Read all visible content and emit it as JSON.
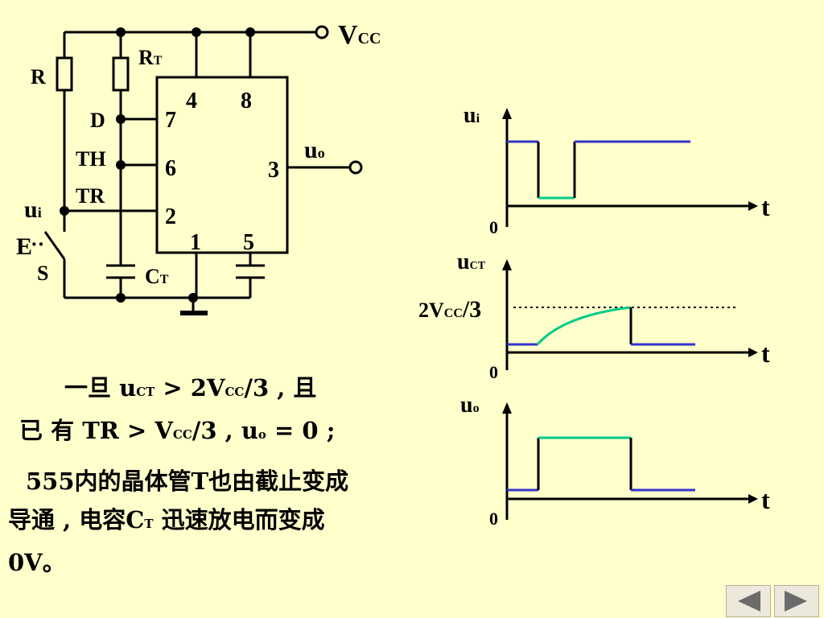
{
  "circuit": {
    "vcc_main": "V",
    "vcc_sub": "CC",
    "r_label": "R",
    "rt_main": "R",
    "rt_sub": "T",
    "pin4": "4",
    "pin8": "8",
    "pin7": "7",
    "pin6": "6",
    "pin3": "3",
    "pin2": "2",
    "pin1": "1",
    "pin5": "5",
    "d_label": "D",
    "th_label": "TH",
    "tr_label": "TR",
    "ui_main": "u",
    "ui_sub": "i",
    "uo_main": "u",
    "uo_sub": "o",
    "e_label": "E",
    "s_label": "S",
    "ct_main": "C",
    "ct_sub": "T"
  },
  "waveforms": {
    "ui": {
      "main": "u",
      "sub": "i",
      "t": "t",
      "zero": "0"
    },
    "uct": {
      "main": "u",
      "sub": "CT",
      "t": "t",
      "zero": "0",
      "level_main": "2V",
      "level_sub": "CC",
      "level_tail": "/3"
    },
    "uo": {
      "main": "u",
      "sub": "o",
      "t": "t",
      "zero": "0"
    }
  },
  "text": {
    "line1_a": "一旦 u",
    "line1_sub1": "CT",
    "line1_b": " > 2V",
    "line1_sub2": "CC",
    "line1_c": "/3 , 且",
    "line2_a": "已 有 TR  > V",
    "line2_sub": "CC",
    "line2_b": "/3 ,  u",
    "line2_sub2": "o",
    "line2_c": " = 0 ;",
    "para2_a": "555内的晶体管T也由截止变成导通 , 电容C",
    "para2_sub": "T",
    "para2_b": " 迅速放电而变成 0V。"
  },
  "colors": {
    "low_level": "#3333cc",
    "high_level": "#00cc88",
    "background": "#ffffcc"
  }
}
